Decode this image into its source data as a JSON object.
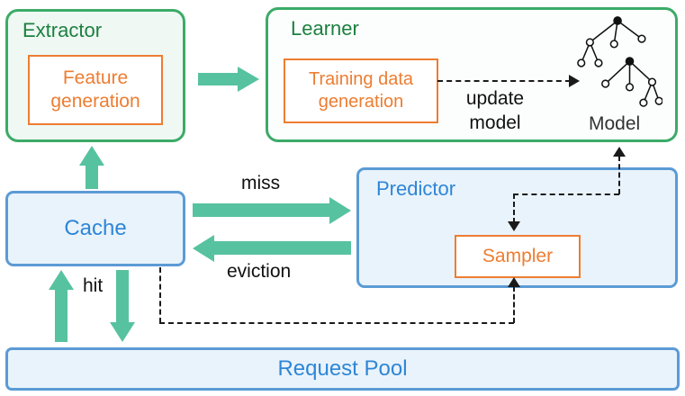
{
  "diagram": {
    "nodes": {
      "extractor": "Extractor",
      "feature_generation": "Feature generation",
      "learner": "Learner",
      "training_data_generation": "Training data generation",
      "model": "Model",
      "cache": "Cache",
      "predictor": "Predictor",
      "sampler": "Sampler",
      "request_pool": "Request Pool"
    },
    "edges": {
      "miss": "miss",
      "eviction": "eviction",
      "hit": "hit",
      "update_model": "update model"
    },
    "connections": [
      {
        "from": "extractor",
        "to": "learner",
        "style": "solid-green"
      },
      {
        "from": "cache",
        "to": "extractor",
        "style": "solid-green"
      },
      {
        "from": "cache",
        "to": "predictor",
        "style": "solid-green",
        "label": "miss"
      },
      {
        "from": "predictor",
        "to": "cache",
        "style": "solid-green",
        "label": "eviction"
      },
      {
        "from": "request_pool",
        "to": "cache",
        "style": "solid-green",
        "label": "hit"
      },
      {
        "from": "cache",
        "to": "request_pool",
        "style": "solid-green"
      },
      {
        "from": "training_data_generation",
        "to": "model",
        "style": "dashed",
        "label": "update model"
      },
      {
        "from": "model",
        "to": "sampler",
        "style": "dashed",
        "bidirectional": true
      },
      {
        "from": "cache",
        "to": "sampler",
        "style": "dashed"
      }
    ],
    "icons": {
      "model": "decision-tree-icon"
    },
    "colors": {
      "green_border": "#3cab68",
      "green_text": "#1d8040",
      "blue_border": "#5b9bd5",
      "blue_text": "#2e86d6",
      "blue_fill": "#e9f3fc",
      "orange": "#ed7d31",
      "arrow_teal": "#57c2a0",
      "dashed_black": "#1a1a1a"
    }
  }
}
